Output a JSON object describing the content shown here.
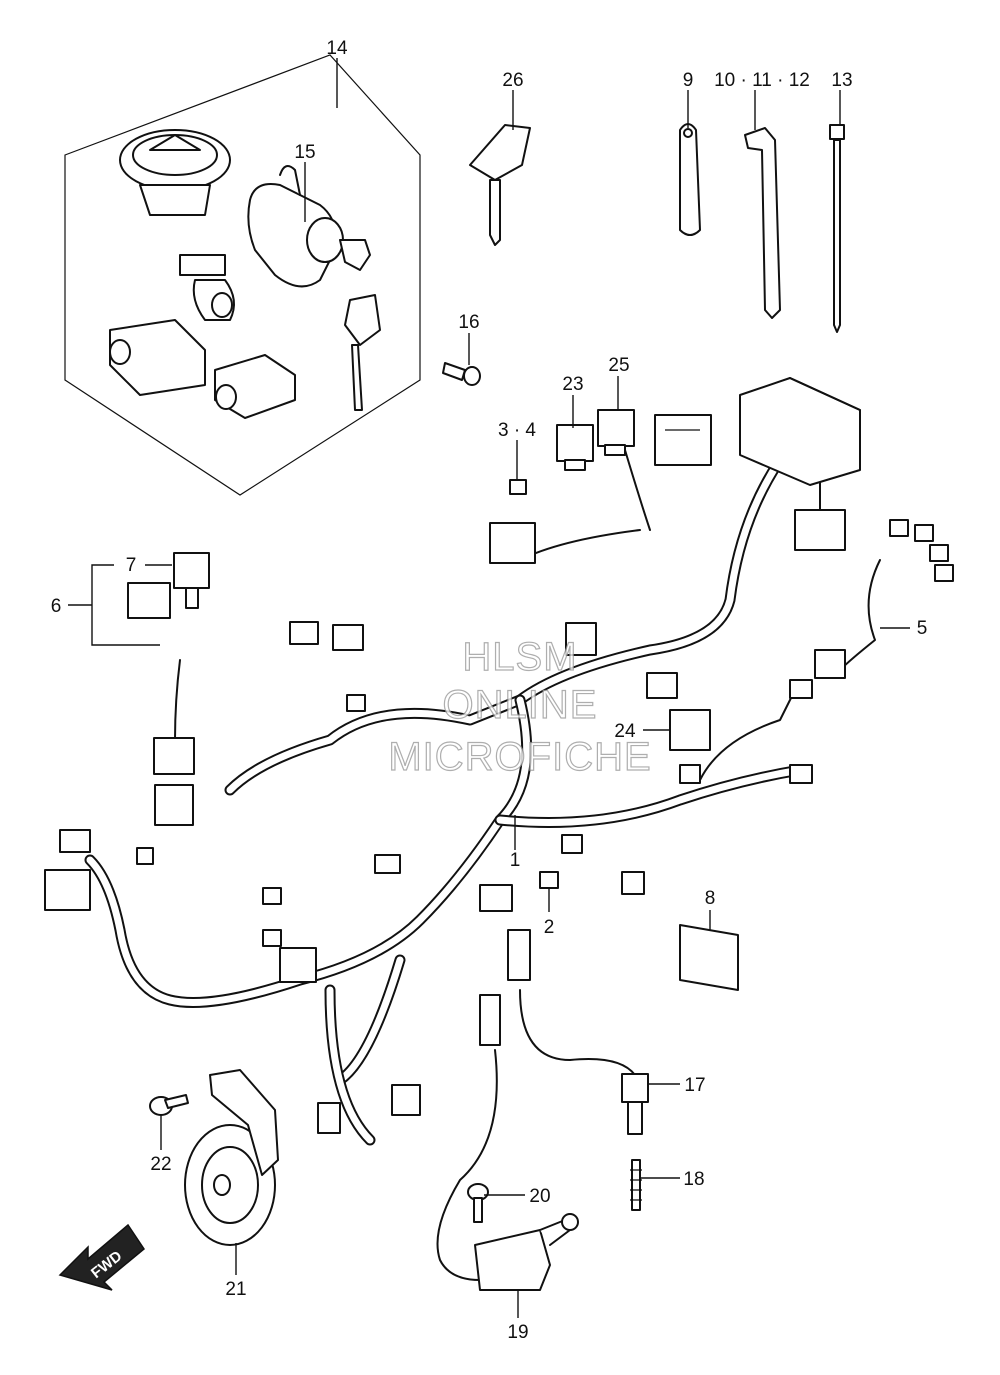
{
  "callouts": {
    "c1": "1",
    "c2": "2",
    "c3_4": "3 · 4",
    "c5": "5",
    "c6": "6",
    "c7": "7",
    "c8": "8",
    "c9": "9",
    "c10_12": "10 · 11 · 12",
    "c13": "13",
    "c14": "14",
    "c15": "15",
    "c16": "16",
    "c17": "17",
    "c18": "18",
    "c19": "19",
    "c20": "20",
    "c21": "21",
    "c22": "22",
    "c23": "23",
    "c24": "24",
    "c25": "25",
    "c26": "26"
  },
  "watermark": {
    "line1": "HLSM",
    "line2": "ONLINE",
    "line3": "MICROFICHE"
  },
  "direction_arrow": {
    "label": "FWD"
  }
}
